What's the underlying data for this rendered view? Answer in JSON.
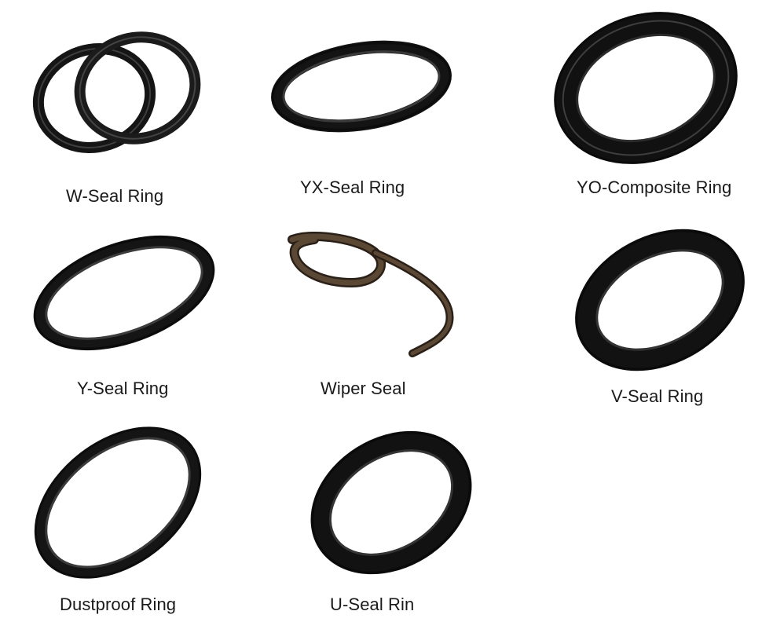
{
  "figure": {
    "items": [
      {
        "label": "W-Seal Ring",
        "icon": "double-o-ring-icon"
      },
      {
        "label": "YX-Seal Ring",
        "icon": "thin-seal-ring-icon"
      },
      {
        "label": "YO-Composite Ring",
        "icon": "composite-ring-icon"
      },
      {
        "label": "Y-Seal Ring",
        "icon": "thin-seal-ring-icon"
      },
      {
        "label": "Wiper Seal",
        "icon": "wiper-strip-icon"
      },
      {
        "label": "V-Seal Ring",
        "icon": "thick-seal-ring-icon"
      },
      {
        "label": "Dustproof Ring",
        "icon": "thin-seal-ring-icon"
      },
      {
        "label": "U-Seal Rin",
        "icon": "thick-seal-ring-icon"
      }
    ],
    "colors": {
      "rubber_dark": "#151515",
      "rubber_mid": "#2f2f2f",
      "rubber_highlight": "#6a6a6a",
      "wiper_brown": "#4a3b2a",
      "label_text": "#1a1a1a",
      "background": "#ffffff"
    }
  }
}
